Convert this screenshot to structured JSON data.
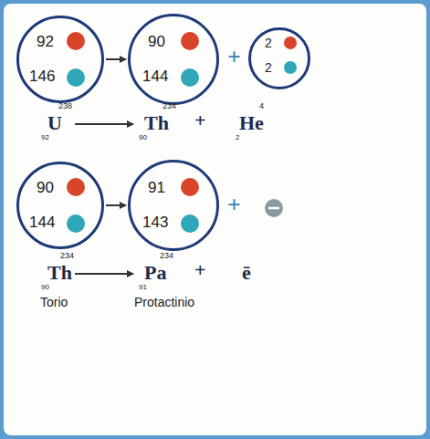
{
  "diagram": {
    "nodes": [
      {
        "text": [
          "92",
          "146"
        ]
      },
      {
        "text": [
          "90",
          "144"
        ]
      },
      {
        "text": [
          "2",
          "2"
        ]
      },
      {
        "text": [
          "90",
          "144"
        ]
      },
      {
        "text": [
          "91",
          "143"
        ]
      }
    ],
    "edges": [
      {
        "from": 0,
        "to": 1,
        "arrow": "to"
      },
      {
        "from": 3,
        "to": 4,
        "arrow": "to"
      }
    ],
    "labels": [
      "+",
      "U",
      "238",
      "92",
      "Th",
      "234",
      "90",
      "+",
      "He",
      "4",
      "2",
      "+",
      "Th",
      "234",
      "90",
      "Pa",
      "234",
      "91",
      "+",
      "ē",
      "Torio",
      "Protactinio"
    ]
  }
}
